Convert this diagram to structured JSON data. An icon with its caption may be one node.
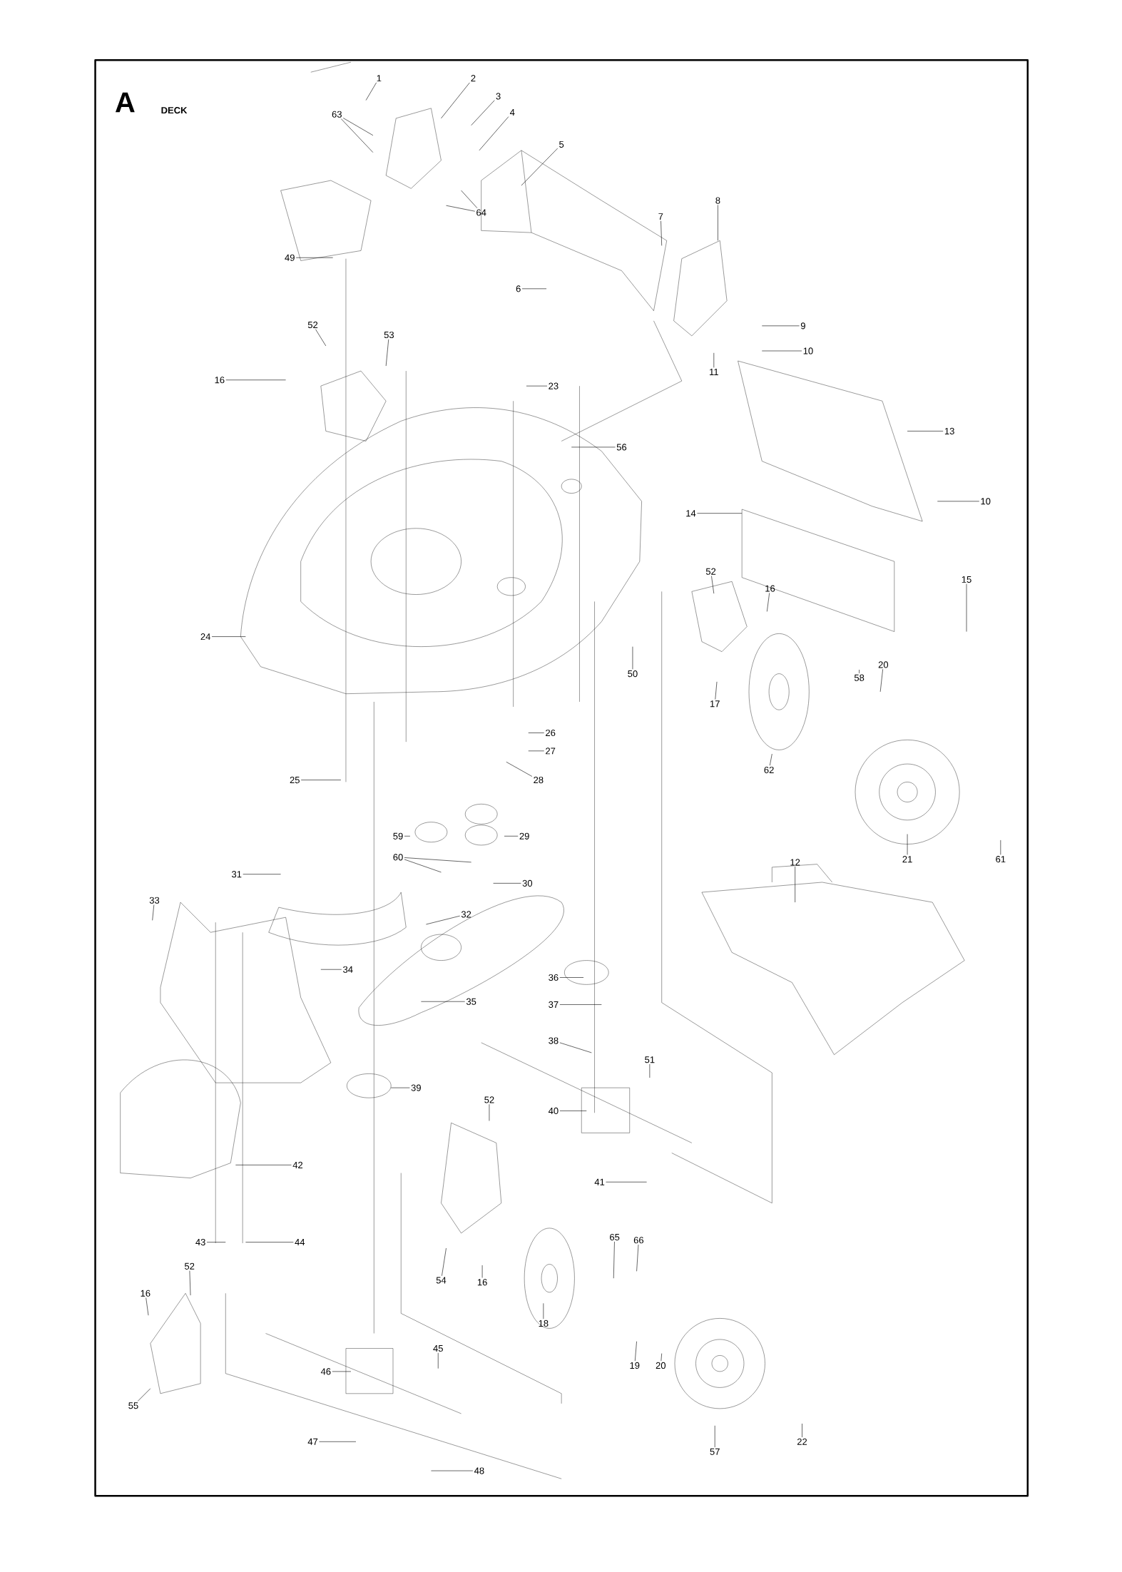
{
  "diagram": {
    "nodes": [
      {
        "text": [
          "1"
        ]
      },
      {
        "text": [
          "2"
        ]
      },
      {
        "text": [
          "3"
        ]
      },
      {
        "text": [
          "4"
        ]
      },
      {
        "text": [
          "63"
        ]
      },
      {
        "text": [
          "5"
        ]
      },
      {
        "text": [
          "64"
        ]
      },
      {
        "text": [
          "49"
        ]
      },
      {
        "text": [
          "6"
        ]
      },
      {
        "text": [
          "7"
        ]
      },
      {
        "text": [
          "8"
        ]
      },
      {
        "text": [
          "9"
        ]
      },
      {
        "text": [
          "10"
        ]
      },
      {
        "text": [
          "11"
        ]
      },
      {
        "text": [
          "52"
        ]
      },
      {
        "text": [
          "53"
        ]
      },
      {
        "text": [
          "16"
        ]
      },
      {
        "text": [
          "23"
        ]
      },
      {
        "text": [
          "56"
        ]
      },
      {
        "text": [
          "13"
        ]
      },
      {
        "text": [
          "10"
        ]
      },
      {
        "text": [
          "14"
        ]
      },
      {
        "text": [
          "15"
        ]
      },
      {
        "text": [
          "52"
        ]
      },
      {
        "text": [
          "16"
        ]
      },
      {
        "text": [
          "24"
        ]
      },
      {
        "text": [
          "50"
        ]
      },
      {
        "text": [
          "58"
        ]
      },
      {
        "text": [
          "20"
        ]
      },
      {
        "text": [
          "17"
        ]
      },
      {
        "text": [
          "26"
        ]
      },
      {
        "text": [
          "27"
        ]
      },
      {
        "text": [
          "62"
        ]
      },
      {
        "text": [
          "25"
        ]
      },
      {
        "text": [
          "28"
        ]
      },
      {
        "text": [
          "21"
        ]
      },
      {
        "text": [
          "61"
        ]
      },
      {
        "text": [
          "59"
        ]
      },
      {
        "text": [
          "29"
        ]
      },
      {
        "text": [
          "60"
        ]
      },
      {
        "text": [
          "30"
        ]
      },
      {
        "text": [
          "31"
        ]
      },
      {
        "text": [
          "12"
        ]
      },
      {
        "text": [
          "33"
        ]
      },
      {
        "text": [
          "32"
        ]
      },
      {
        "text": [
          "34"
        ]
      },
      {
        "text": [
          "36"
        ]
      },
      {
        "text": [
          "35"
        ]
      },
      {
        "text": [
          "37"
        ]
      },
      {
        "text": [
          "38"
        ]
      },
      {
        "text": [
          "51"
        ]
      },
      {
        "text": [
          "39"
        ]
      },
      {
        "text": [
          "40"
        ]
      },
      {
        "text": [
          "52"
        ]
      },
      {
        "text": [
          "42"
        ]
      },
      {
        "text": [
          "41"
        ]
      },
      {
        "text": [
          "43"
        ]
      },
      {
        "text": [
          "44"
        ]
      },
      {
        "text": [
          "65"
        ]
      },
      {
        "text": [
          "66"
        ]
      },
      {
        "text": [
          "54"
        ]
      },
      {
        "text": [
          "16"
        ]
      },
      {
        "text": [
          "52"
        ]
      },
      {
        "text": [
          "16"
        ]
      },
      {
        "text": [
          "18"
        ]
      },
      {
        "text": [
          "45"
        ]
      },
      {
        "text": [
          "46"
        ]
      },
      {
        "text": [
          "19"
        ]
      },
      {
        "text": [
          "20"
        ]
      },
      {
        "text": [
          "55"
        ]
      },
      {
        "text": [
          "57"
        ]
      },
      {
        "text": [
          "22"
        ]
      },
      {
        "text": [
          "47"
        ]
      },
      {
        "text": [
          "48"
        ]
      }
    ],
    "edges": [
      {
        "from": 0,
        "to": null,
        "arrow": "none"
      },
      {
        "from": 1,
        "to": null,
        "arrow": "none"
      },
      {
        "from": 2,
        "to": null,
        "arrow": "none"
      },
      {
        "from": 3,
        "to": null,
        "arrow": "none"
      },
      {
        "from": 4,
        "to": null,
        "arrow": "none"
      },
      {
        "from": 4,
        "to": null,
        "arrow": "none"
      },
      {
        "from": 5,
        "to": null,
        "arrow": "none"
      },
      {
        "from": 6,
        "to": null,
        "arrow": "none"
      },
      {
        "from": 6,
        "to": null,
        "arrow": "none"
      },
      {
        "from": 7,
        "to": null,
        "arrow": "none"
      },
      {
        "from": 8,
        "to": null,
        "arrow": "none"
      },
      {
        "from": 9,
        "to": null,
        "arrow": "none"
      },
      {
        "from": 10,
        "to": null,
        "arrow": "none"
      },
      {
        "from": 11,
        "to": null,
        "arrow": "none"
      },
      {
        "from": 12,
        "to": null,
        "arrow": "none"
      },
      {
        "from": 13,
        "to": null,
        "arrow": "none"
      },
      {
        "from": 14,
        "to": null,
        "arrow": "none"
      },
      {
        "from": 15,
        "to": null,
        "arrow": "none"
      },
      {
        "from": 16,
        "to": null,
        "arrow": "none"
      },
      {
        "from": 17,
        "to": null,
        "arrow": "none"
      },
      {
        "from": 18,
        "to": null,
        "arrow": "none"
      },
      {
        "from": 19,
        "to": null,
        "arrow": "none"
      },
      {
        "from": 20,
        "to": null,
        "arrow": "none"
      },
      {
        "from": 21,
        "to": null,
        "arrow": "none"
      },
      {
        "from": 22,
        "to": null,
        "arrow": "none"
      },
      {
        "from": 23,
        "to": null,
        "arrow": "none"
      },
      {
        "from": 24,
        "to": null,
        "arrow": "none"
      },
      {
        "from": 25,
        "to": null,
        "arrow": "none"
      },
      {
        "from": 26,
        "to": null,
        "arrow": "none"
      },
      {
        "from": 27,
        "to": null,
        "arrow": "none"
      },
      {
        "from": 28,
        "to": null,
        "arrow": "none"
      },
      {
        "from": 29,
        "to": null,
        "arrow": "none"
      },
      {
        "from": 30,
        "to": null,
        "arrow": "none"
      },
      {
        "from": 31,
        "to": null,
        "arrow": "none"
      },
      {
        "from": 32,
        "to": null,
        "arrow": "none"
      },
      {
        "from": 33,
        "to": null,
        "arrow": "none"
      },
      {
        "from": 34,
        "to": null,
        "arrow": "none"
      },
      {
        "from": 35,
        "to": null,
        "arrow": "none"
      },
      {
        "from": 36,
        "to": null,
        "arrow": "none"
      },
      {
        "from": 37,
        "to": null,
        "arrow": "none"
      },
      {
        "from": 38,
        "to": null,
        "arrow": "none"
      },
      {
        "from": 39,
        "to": null,
        "arrow": "none"
      },
      {
        "from": 39,
        "to": null,
        "arrow": "none"
      },
      {
        "from": 40,
        "to": null,
        "arrow": "none"
      },
      {
        "from": 41,
        "to": null,
        "arrow": "none"
      },
      {
        "from": 42,
        "to": null,
        "arrow": "none"
      },
      {
        "from": 43,
        "to": null,
        "arrow": "none"
      },
      {
        "from": 44,
        "to": null,
        "arrow": "none"
      },
      {
        "from": 45,
        "to": null,
        "arrow": "none"
      },
      {
        "from": 46,
        "to": null,
        "arrow": "none"
      },
      {
        "from": 47,
        "to": null,
        "arrow": "none"
      },
      {
        "from": 48,
        "to": null,
        "arrow": "none"
      },
      {
        "from": 49,
        "to": null,
        "arrow": "none"
      },
      {
        "from": 50,
        "to": null,
        "arrow": "none"
      },
      {
        "from": 51,
        "to": null,
        "arrow": "none"
      },
      {
        "from": 52,
        "to": null,
        "arrow": "none"
      },
      {
        "from": 53,
        "to": null,
        "arrow": "none"
      },
      {
        "from": 54,
        "to": null,
        "arrow": "none"
      },
      {
        "from": 55,
        "to": null,
        "arrow": "none"
      },
      {
        "from": 56,
        "to": null,
        "arrow": "none"
      },
      {
        "from": 57,
        "to": null,
        "arrow": "none"
      },
      {
        "from": 58,
        "to": null,
        "arrow": "none"
      },
      {
        "from": 59,
        "to": null,
        "arrow": "none"
      },
      {
        "from": 60,
        "to": null,
        "arrow": "none"
      },
      {
        "from": 61,
        "to": null,
        "arrow": "none"
      },
      {
        "from": 62,
        "to": null,
        "arrow": "none"
      },
      {
        "from": 63,
        "to": null,
        "arrow": "none"
      },
      {
        "from": 64,
        "to": null,
        "arrow": "none"
      },
      {
        "from": 65,
        "to": null,
        "arrow": "none"
      },
      {
        "from": 66,
        "to": null,
        "arrow": "none"
      },
      {
        "from": 67,
        "to": null,
        "arrow": "none"
      },
      {
        "from": 68,
        "to": null,
        "arrow": "none"
      },
      {
        "from": 69,
        "to": null,
        "arrow": "none"
      },
      {
        "from": 70,
        "to": null,
        "arrow": "none"
      },
      {
        "from": 71,
        "to": null,
        "arrow": "none"
      },
      {
        "from": 72,
        "to": null,
        "arrow": "none"
      },
      {
        "from": 73,
        "to": null,
        "arrow": "none"
      }
    ],
    "labels": [
      "A",
      "DECK"
    ]
  }
}
